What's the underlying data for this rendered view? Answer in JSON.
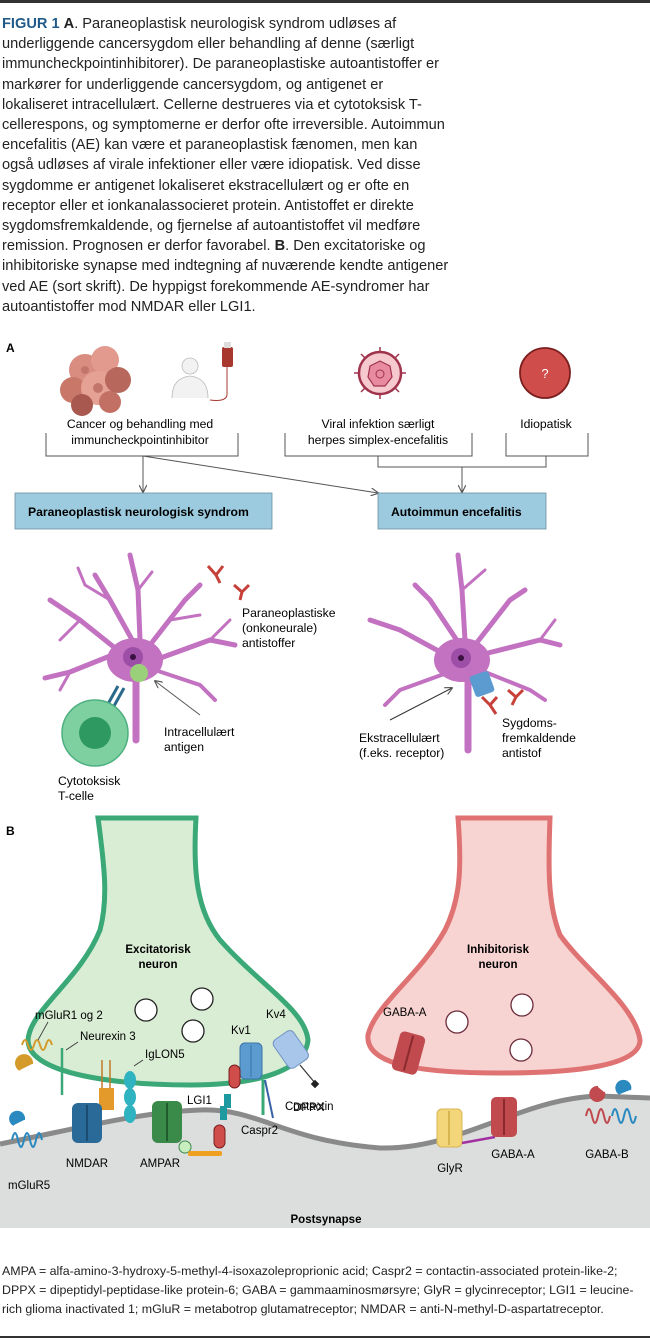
{
  "caption": {
    "figure_label": "FIGUR 1",
    "part_a_label": "A",
    "part_a_text": ". Paraneoplastisk neurologisk syndrom udløses af underliggende cancersygdom eller behandling af denne (særligt immuncheckpointinhibitorer). De paraneoplastiske autoantistoffer er markører for underliggende cancersygdom, og antigenet er lokaliseret intracellulært. Cellerne destrueres via et cytotoksisk T-cellerespons, og symptomerne er derfor ofte irreversible. Autoimmun encefalitis (AE) kan være et paraneoplastisk fænomen, men kan også udløses af virale infektioner eller være idiopatisk. Ved disse sygdomme er antigenet lokaliseret ekstracellulært og er ofte en receptor eller et ionkanalassocieret protein. Antistoffet er direkte sygdomsfremkaldende, og fjernelse af autoantistoffet vil medføre remission. Prognosen er derfor favorabel. ",
    "part_b_label": "B",
    "part_b_text": ". Den excitatoriske og inhibitoriske synapse med indtegning af nuværende kendte antigener ved AE (sort skrift). De hyppigst forekommende AE-syndromer har autoantistoffer mod NMDAR eller LGI1."
  },
  "panel_a": {
    "label": "A",
    "causes": [
      {
        "line1": "Cancer og behandling med",
        "line2": "immuncheckpointinhibitor"
      },
      {
        "line1": "Viral infektion særligt",
        "line2": "herpes simplex-encefalitis"
      },
      {
        "line1": "Idiopatisk",
        "line2": ""
      }
    ],
    "idiopathic_symbol": "?",
    "outcomes": [
      "Paraneoplastisk neurologisk syndrom",
      "Autoimmun encefalitis"
    ],
    "left_neuron": {
      "antibody_label": [
        "Paraneoplastiske",
        "(onkoneurale)",
        "antistoffer"
      ],
      "antigen_label": [
        "Intracellulært",
        "antigen"
      ],
      "tcell_label": [
        "Cytotoksisk",
        "T-celle"
      ]
    },
    "right_neuron": {
      "antigen_label": [
        "Ekstracellulært",
        "(f.eks. receptor)"
      ],
      "antibody_label": [
        "Sygdoms-",
        "fremkaldende",
        "antistof"
      ]
    }
  },
  "panel_b": {
    "label": "B",
    "excitatory_label": [
      "Excitatorisk",
      "neuron"
    ],
    "inhibitory_label": [
      "Inhibitorisk",
      "neuron"
    ],
    "postsynapse_label": "Postsynapse",
    "antigens": {
      "mglur1": "mGluR1 og 2",
      "neurexin": "Neurexin 3",
      "iglon5": "IgLON5",
      "kv1": "Kv1",
      "kv4": "Kv4",
      "dppx": "DPPX",
      "lgi1": "LGI1",
      "contactin": "Contactin",
      "caspr2": "Caspr2",
      "nmdar": "NMDAR",
      "ampar": "AMPAR",
      "mglur5": "mGluR5",
      "gaba_a_pre": "GABA-A",
      "glyr": "GlyR",
      "gaba_a_post": "GABA-A",
      "gaba_b": "GABA-B"
    }
  },
  "legend": "AMPA = alfa-amino-3-hydroxy-5-methyl-4-isoxazoleproprionic acid; Caspr2 = contactin-associated protein-like-2; DPPX = dipeptidyl-peptidase-like protein-6; GABA = gammaaminosmørsyre; GlyR = glycinreceptor; LGI1 = leucine-rich glioma inactivated 1; mGluR = metabotrop glutamatreceptor; NMDAR = anti-N-methyl-D-aspartatreceptor.",
  "colors": {
    "caption_accent": "#1f5a8a",
    "outcome_box": "#9ccbe0",
    "neuron_purple": "#c272c0",
    "excitatory_fill": "#d9ecd4",
    "excitatory_stroke": "#3aa877",
    "inhibitory_fill": "#f7d3d1",
    "inhibitory_stroke": "#df7373",
    "postsynapse_fill": "#dcdddd"
  }
}
